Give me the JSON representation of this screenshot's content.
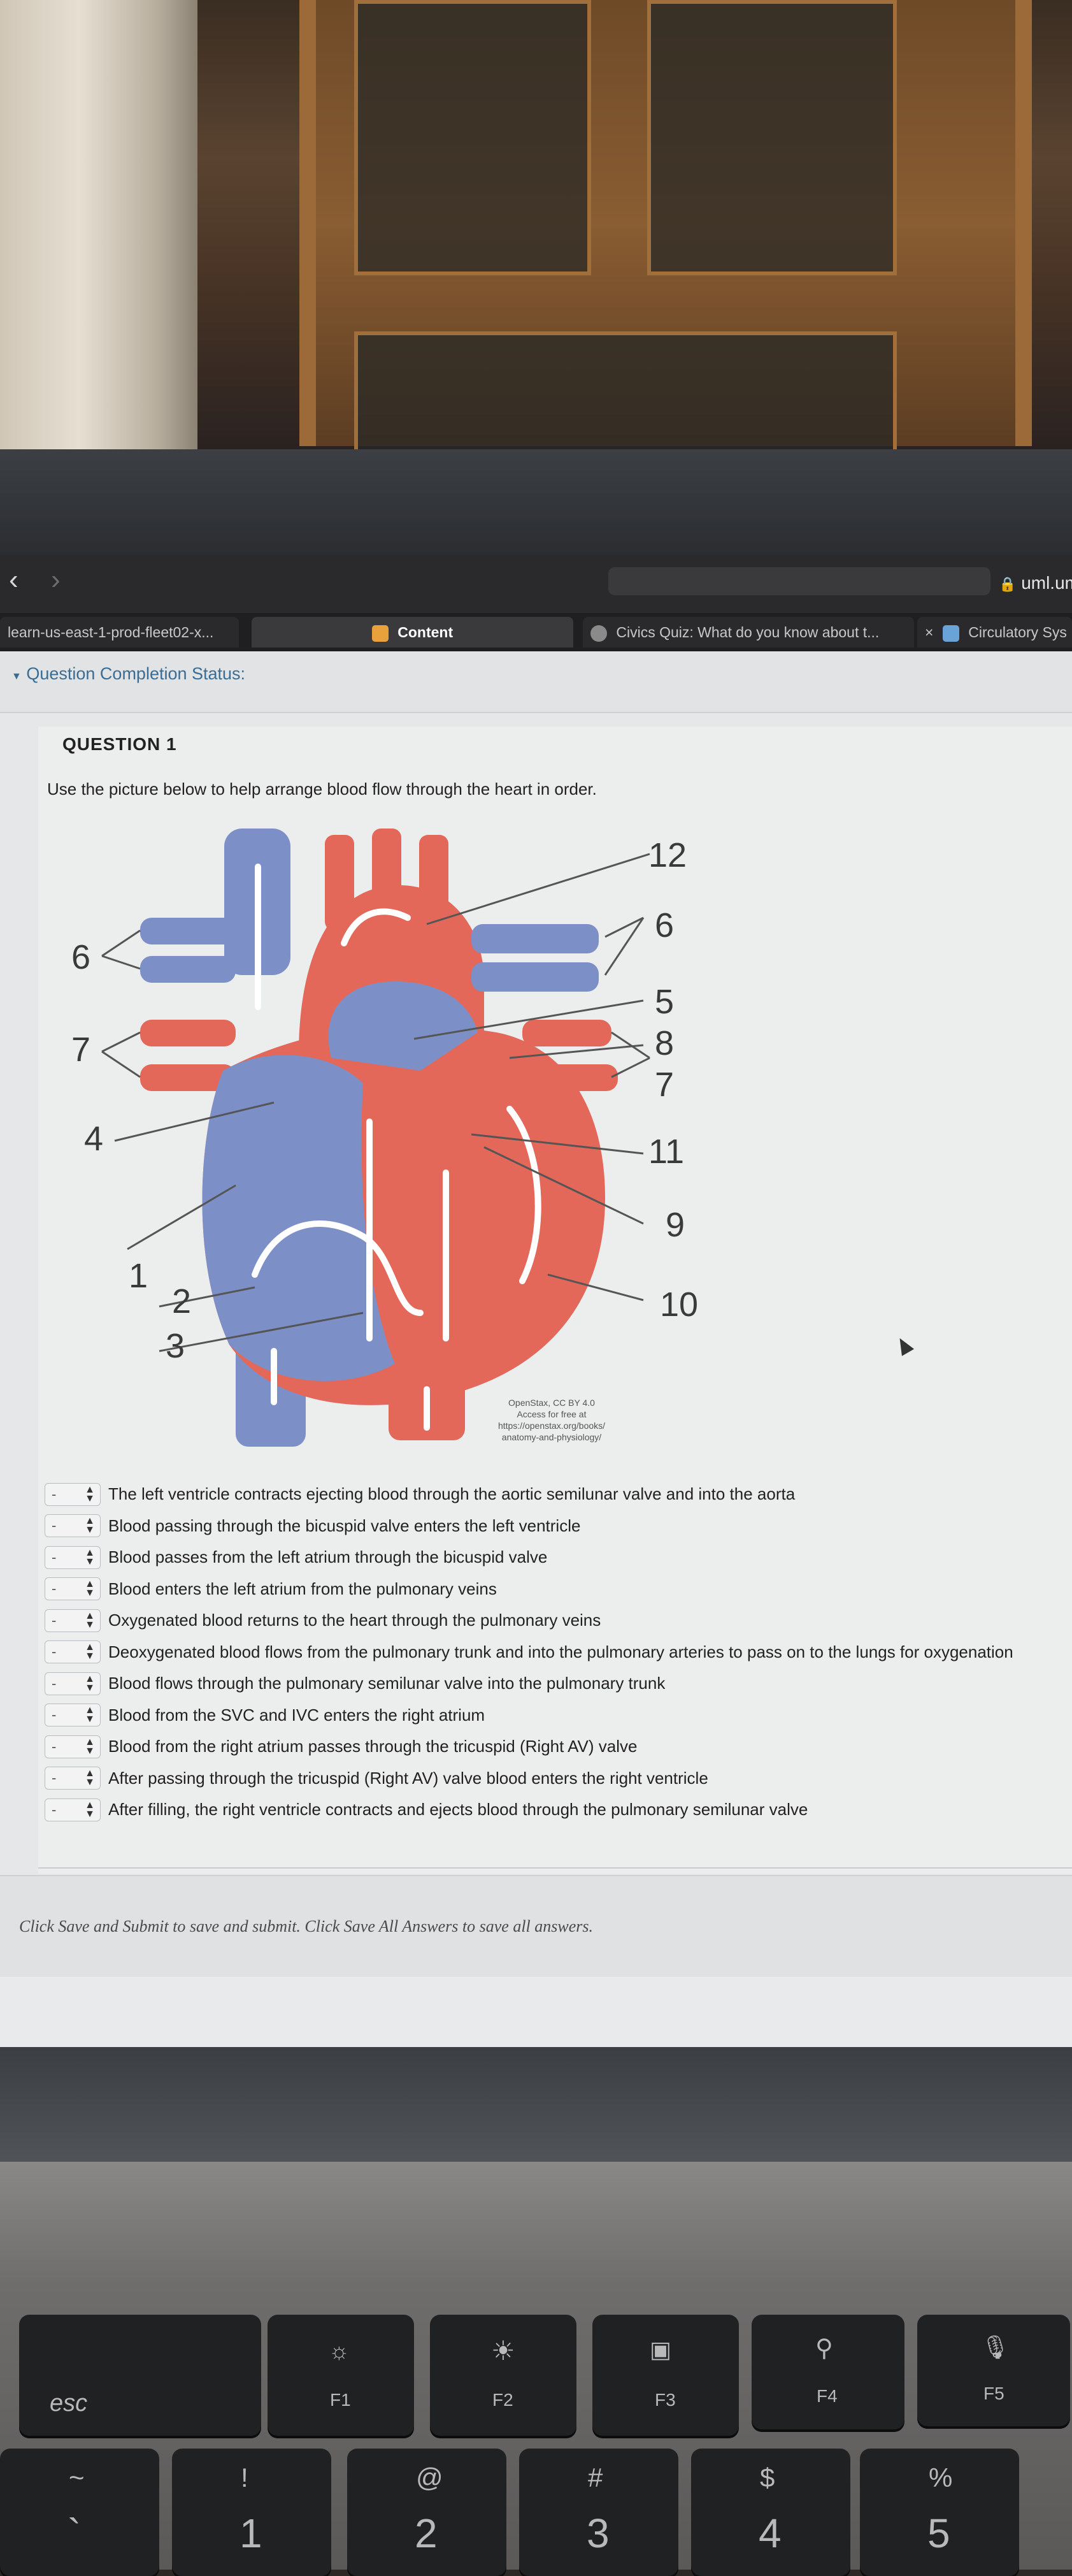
{
  "browser": {
    "url_display": "uml.um",
    "tabs": [
      {
        "label": "learn-us-east-1-prod-fleet02-x..."
      },
      {
        "label": "Content"
      },
      {
        "label": "Civics Quiz: What do you know about t..."
      },
      {
        "label": "Circulatory Sys"
      }
    ],
    "tab_close_glyph": "×"
  },
  "page": {
    "status_label": "Question Completion Status:",
    "question_title": "QUESTION 1",
    "prompt": "Use the picture below to help arrange blood flow through the heart in order.",
    "footer_note": "Click Save and Submit to save and submit. Click Save All Answers to save all answers."
  },
  "diagram": {
    "labels": [
      "1",
      "2",
      "3",
      "4",
      "5",
      "6",
      "6",
      "7",
      "7",
      "8",
      "9",
      "10",
      "11",
      "12"
    ],
    "credit_lines": [
      "OpenStax, CC BY 4.0",
      "Access for free at",
      "https://openstax.org/books/",
      "anatomy-and-physiology/"
    ],
    "colors": {
      "deoxygenated": "#7d8fc7",
      "oxygenated": "#e3685a",
      "arrow": "#ffffff"
    }
  },
  "answers": {
    "select_value": "-",
    "items": [
      "The left ventricle contracts ejecting blood through the aortic semilunar valve and into the aorta",
      "Blood passing through the bicuspid valve enters the left ventricle",
      "Blood passes from the left atrium through the bicuspid valve",
      "Blood enters the left atrium from the pulmonary veins",
      "Oxygenated blood returns to the heart through the pulmonary veins",
      "Deoxygenated blood flows from the pulmonary trunk and into the pulmonary arteries to pass on to the lungs for oxygenation",
      "Blood flows through the pulmonary semilunar valve into the pulmonary trunk",
      "Blood from the SVC and IVC enters the right atrium",
      "Blood from the right atrium passes through the tricuspid (Right AV) valve",
      "After passing through the tricuspid (Right AV) valve blood enters the right ventricle",
      "After filling, the right ventricle contracts and ejects blood through the pulmonary semilunar valve"
    ]
  },
  "keyboard": {
    "esc": "esc",
    "f1": "F1",
    "f2": "F2",
    "f3": "F3",
    "f4": "F4",
    "f5": "F5",
    "num_row": [
      {
        "top": "~",
        "bottom": "`"
      },
      {
        "top": "!",
        "bottom": "1"
      },
      {
        "top": "@",
        "bottom": "2"
      },
      {
        "top": "#",
        "bottom": "3"
      },
      {
        "top": "$",
        "bottom": "4"
      },
      {
        "top": "%",
        "bottom": "5"
      }
    ]
  }
}
